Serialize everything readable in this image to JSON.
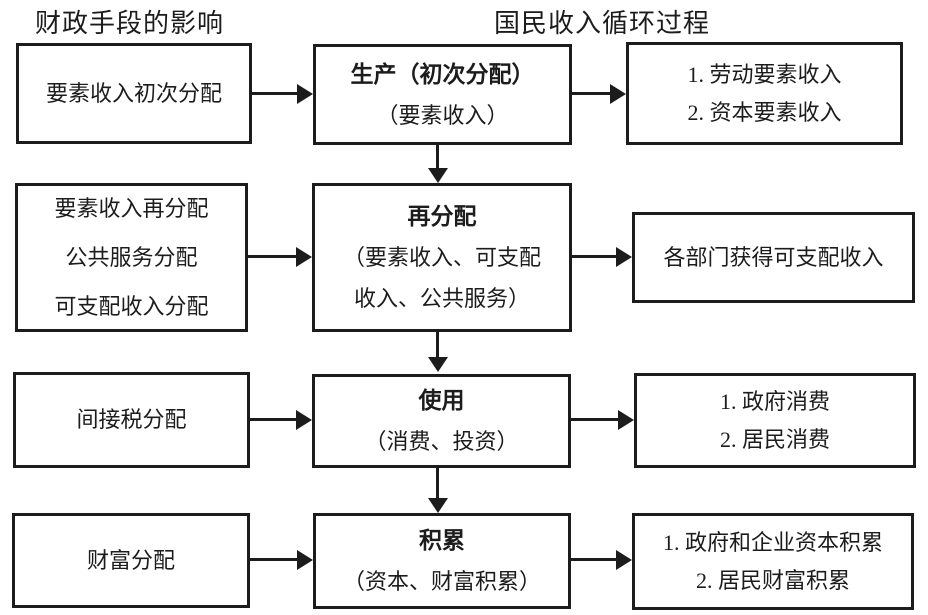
{
  "titles": {
    "left": "财政手段的影响",
    "center": "国民收入循环过程"
  },
  "colors": {
    "ink": "#1c1c1c",
    "background": "#ffffff"
  },
  "rows": [
    {
      "left": {
        "lines": [
          "要素收入初次分配"
        ]
      },
      "center": {
        "title": "生产（初次分配）",
        "subtitle_lines": [
          "（要素收入）"
        ]
      },
      "right": {
        "lines": [
          "1. 劳动要素收入",
          "2. 资本要素收入"
        ]
      }
    },
    {
      "left": {
        "lines": [
          "要素收入再分配",
          "公共服务分配",
          "可支配收入分配"
        ]
      },
      "center": {
        "title": "再分配",
        "subtitle_lines": [
          "（要素收入、可支配",
          "收入、公共服务）"
        ]
      },
      "right": {
        "lines": [
          "各部门获得可支配收入"
        ]
      }
    },
    {
      "left": {
        "lines": [
          "间接税分配"
        ]
      },
      "center": {
        "title": "使用",
        "subtitle_lines": [
          "（消费、投资）"
        ]
      },
      "right": {
        "lines": [
          "1. 政府消费",
          "2. 居民消费"
        ]
      }
    },
    {
      "left": {
        "lines": [
          "财富分配"
        ]
      },
      "center": {
        "title": "积累",
        "subtitle_lines": [
          "（资本、财富积累）"
        ]
      },
      "right": {
        "lines": [
          "1. 政府和企业资本积累",
          "2. 居民财富积累"
        ]
      }
    }
  ]
}
